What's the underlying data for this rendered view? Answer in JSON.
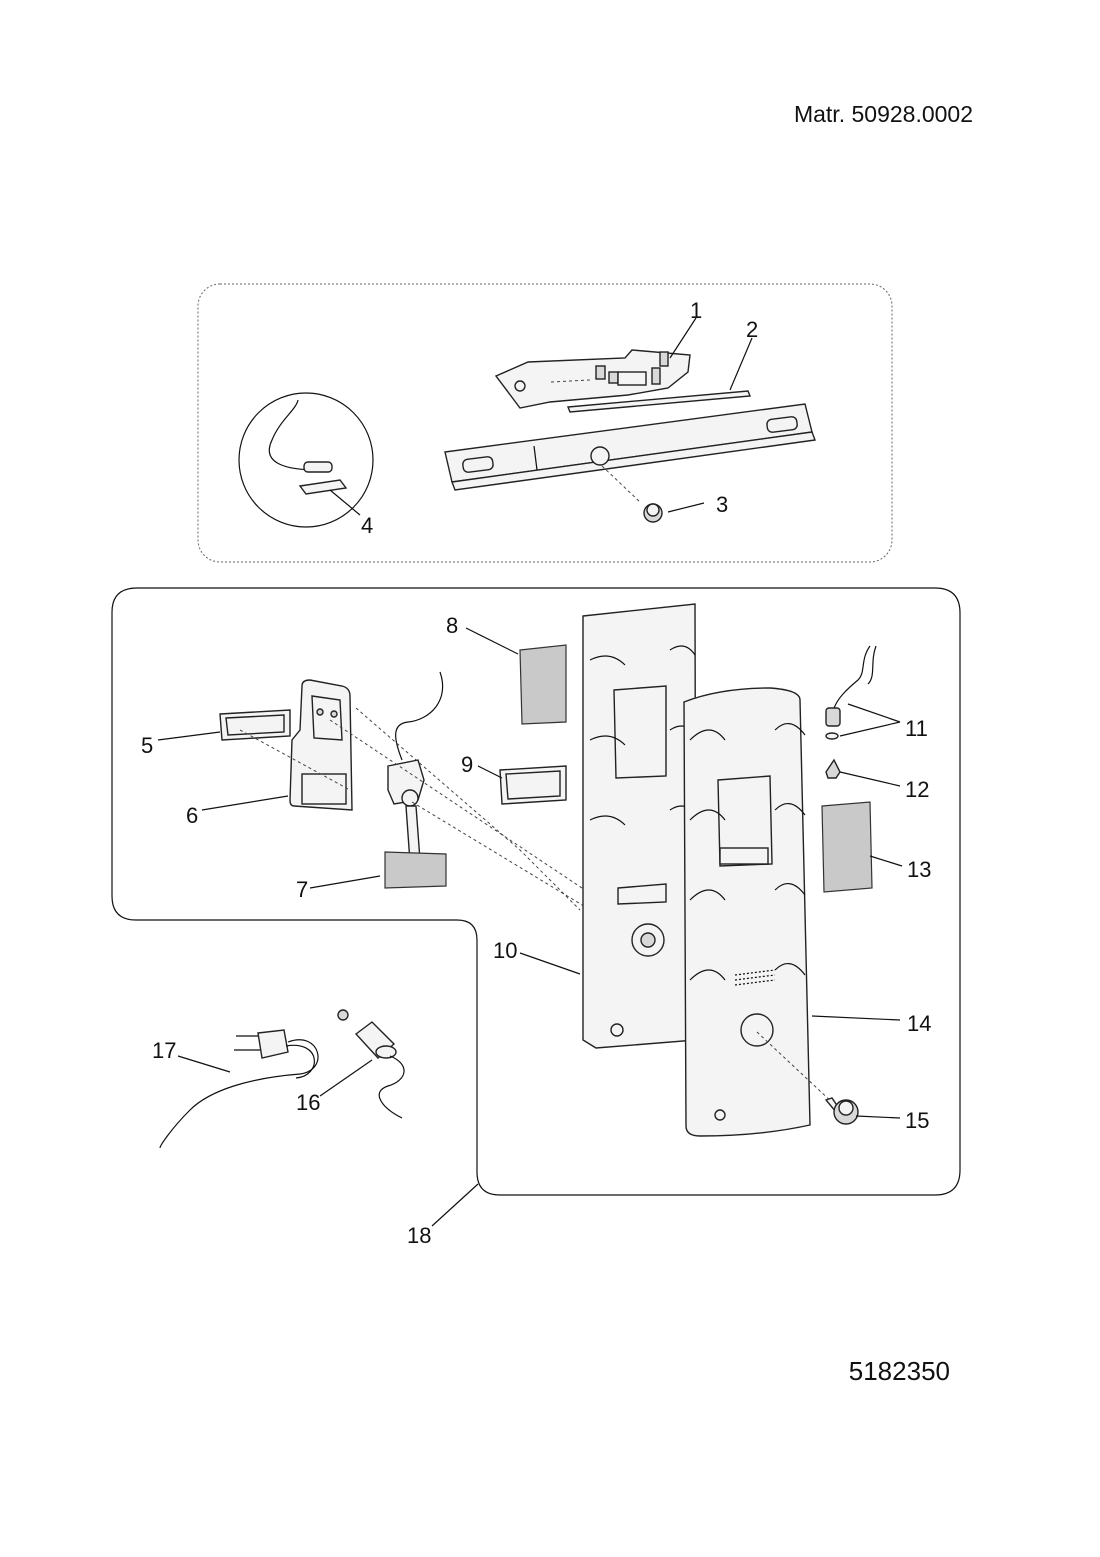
{
  "header": {
    "material_number": "Matr. 50928.0002",
    "drawing_number": "5182350"
  },
  "callouts": {
    "c1": "1",
    "c2": "2",
    "c3": "3",
    "c4": "4",
    "c5": "5",
    "c6": "6",
    "c7": "7",
    "c8": "8",
    "c9": "9",
    "c10": "10",
    "c11": "11",
    "c12": "12",
    "c13": "13",
    "c14": "14",
    "c15": "15",
    "c16": "16",
    "c17": "17",
    "c18": "18"
  }
}
